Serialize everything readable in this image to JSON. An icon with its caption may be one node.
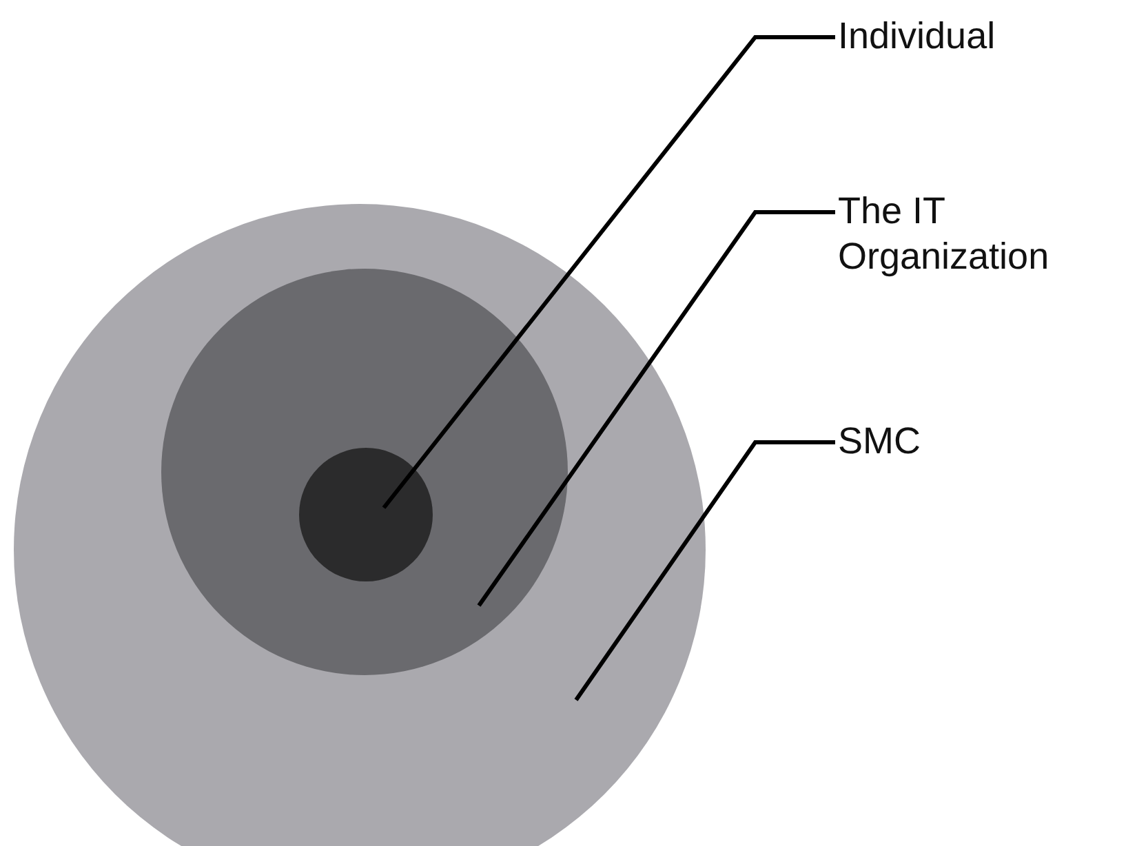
{
  "diagram": {
    "nodes": [
      {
        "text": [],
        "shape": "circle"
      },
      {
        "text": [],
        "shape": "circle",
        "in": 0
      },
      {
        "text": [],
        "shape": "circle",
        "in": 1
      },
      {
        "text": [
          "Individual"
        ]
      },
      {
        "text": [
          "The IT Organization"
        ]
      },
      {
        "text": [
          "SMC"
        ]
      }
    ],
    "edges": [
      {
        "from": 3,
        "to": 2,
        "arrow": "none"
      },
      {
        "from": 4,
        "to": 1,
        "arrow": "none"
      },
      {
        "from": 5,
        "to": 0,
        "arrow": "none"
      }
    ]
  }
}
